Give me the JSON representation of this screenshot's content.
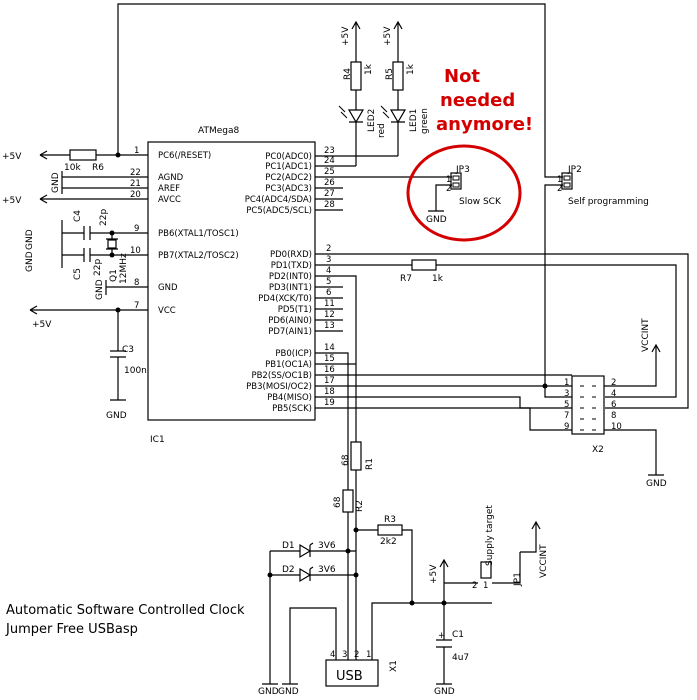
{
  "ic1": {
    "name": "ATMega8",
    "ref": "IC1",
    "left_pins": [
      {
        "num": "1",
        "label": "PC6(/RESET)"
      },
      {
        "num": "22",
        "label": "AGND"
      },
      {
        "num": "21",
        "label": "AREF"
      },
      {
        "num": "20",
        "label": "AVCC"
      },
      {
        "num": "9",
        "label": "PB6(XTAL1/TOSC1)"
      },
      {
        "num": "10",
        "label": "PB7(XTAL2/TOSC2)"
      },
      {
        "num": "8",
        "label": "GND"
      },
      {
        "num": "7",
        "label": "VCC"
      }
    ],
    "right_pins": [
      {
        "num": "23",
        "label": "PC0(ADC0)"
      },
      {
        "num": "24",
        "label": "PC1(ADC1)"
      },
      {
        "num": "25",
        "label": "PC2(ADC2)"
      },
      {
        "num": "26",
        "label": "PC3(ADC3)"
      },
      {
        "num": "27",
        "label": "PC4(ADC4/SDA)"
      },
      {
        "num": "28",
        "label": "PC5(ADC5/SCL)"
      },
      {
        "num": "2",
        "label": "PD0(RXD)"
      },
      {
        "num": "3",
        "label": "PD1(TXD)"
      },
      {
        "num": "4",
        "label": "PD2(INT0)"
      },
      {
        "num": "5",
        "label": "PD3(INT1)"
      },
      {
        "num": "6",
        "label": "PD4(XCK/T0)"
      },
      {
        "num": "11",
        "label": "PD5(T1)"
      },
      {
        "num": "12",
        "label": "PD6(AIN0)"
      },
      {
        "num": "13",
        "label": "PD7(AIN1)"
      },
      {
        "num": "14",
        "label": "PB0(ICP)"
      },
      {
        "num": "15",
        "label": "PB1(OC1A)"
      },
      {
        "num": "16",
        "label": "PB2(SS/OC1B)"
      },
      {
        "num": "17",
        "label": "PB3(MOSI/OC2)"
      },
      {
        "num": "18",
        "label": "PB4(MISO)"
      },
      {
        "num": "19",
        "label": "PB5(SCK)"
      }
    ]
  },
  "power": {
    "plus5v": "+5V",
    "gnd": "GND",
    "vccint": "VCCINT"
  },
  "parts": {
    "r6": {
      "ref": "R6",
      "value": "10k"
    },
    "r4": {
      "ref": "R4",
      "value": "1k"
    },
    "r5": {
      "ref": "R5",
      "value": "1k"
    },
    "r7": {
      "ref": "R7",
      "value": "1k"
    },
    "r1": {
      "ref": "R1",
      "value": "68"
    },
    "r2": {
      "ref": "R2",
      "value": "68"
    },
    "r3": {
      "ref": "R3",
      "value": "2k2"
    },
    "led2": {
      "ref": "LED2",
      "color": "red"
    },
    "led1": {
      "ref": "LED1",
      "color": "green"
    },
    "c4": {
      "ref": "C4",
      "value": "22p"
    },
    "c5": {
      "ref": "C5",
      "value": "22p"
    },
    "c3": {
      "ref": "C3",
      "value": "100n"
    },
    "c1": {
      "ref": "C1",
      "value": "4u7"
    },
    "q1": {
      "ref": "Q1",
      "value": "12MHz"
    },
    "d1": {
      "ref": "D1",
      "value": "3V6"
    },
    "d2": {
      "ref": "D2",
      "value": "3V6"
    },
    "jp1": {
      "ref": "JP1",
      "label": "Supply target",
      "pin1": "1",
      "pin2": "2"
    },
    "jp2": {
      "ref": "JP2",
      "label": "Self programming",
      "pin1": "1",
      "pin2": "2"
    },
    "jp3": {
      "ref": "JP3",
      "label": "Slow SCK",
      "pin1": "1",
      "pin2": "2"
    },
    "x1": {
      "ref": "X1",
      "label": "USB",
      "pins": [
        "4",
        "3",
        "2",
        "1"
      ]
    },
    "x2": {
      "ref": "X2",
      "left_pins": [
        "1",
        "3",
        "5",
        "7",
        "9"
      ],
      "right_pins": [
        "2",
        "4",
        "6",
        "8",
        "10"
      ]
    }
  },
  "annotation": {
    "line1": "Not",
    "line2": "needed",
    "line3": "anymore!",
    "color": "#d40000"
  },
  "caption": {
    "line1": "Automatic Software Controlled Clock",
    "line2": "Jumper Free USBasp"
  }
}
